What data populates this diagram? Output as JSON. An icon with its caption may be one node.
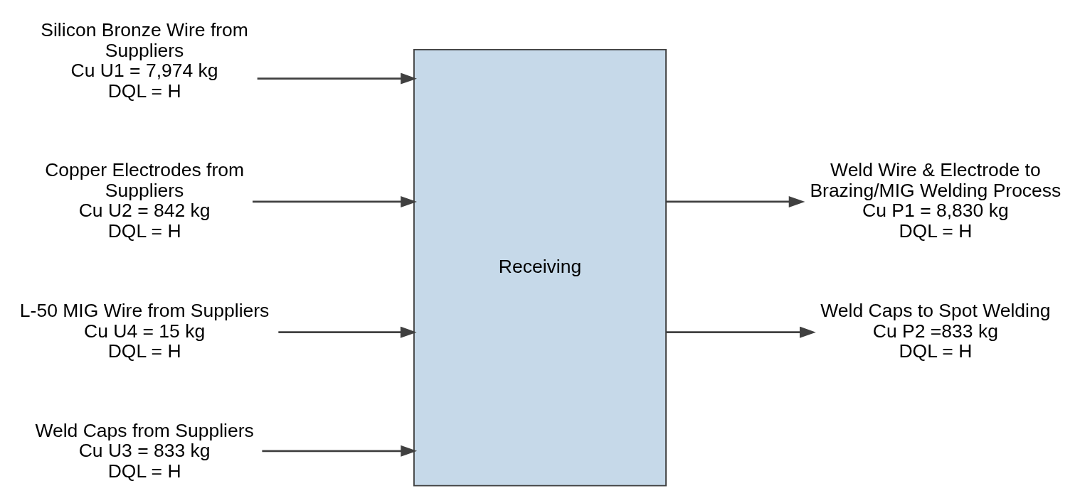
{
  "diagram": {
    "nodes": [
      {
        "text": [
          "Silicon Bronze Wire from Suppliers",
          "Cu U1 = 7,974 kg",
          "DQL = H"
        ]
      },
      {
        "text": [
          "Copper Electrodes from Suppliers",
          "Cu U2 = 842 kg",
          "DQL = H"
        ]
      },
      {
        "text": [
          "L-50 MIG Wire from Suppliers",
          "Cu U4 = 15 kg",
          "DQL = H"
        ]
      },
      {
        "text": [
          "Weld Caps from Suppliers",
          "Cu U3 = 833 kg",
          "DQL = H"
        ]
      },
      {
        "text": [
          "Receiving"
        ]
      },
      {
        "text": [
          "Weld Wire & Electrode to Brazing/MIG Welding Process",
          "Cu P1 = 8,830 kg",
          "DQL = H"
        ]
      },
      {
        "text": [
          "Weld Caps to Spot Welding",
          "Cu P2 =833 kg",
          "DQL = H"
        ]
      }
    ],
    "edges": [
      {
        "from": 0,
        "to": 4,
        "arrow": "to"
      },
      {
        "from": 1,
        "to": 4,
        "arrow": "to"
      },
      {
        "from": 2,
        "to": 4,
        "arrow": "to"
      },
      {
        "from": 3,
        "to": 4,
        "arrow": "to"
      },
      {
        "from": 4,
        "to": 5,
        "arrow": "to"
      },
      {
        "from": 4,
        "to": 6,
        "arrow": "to"
      }
    ]
  }
}
